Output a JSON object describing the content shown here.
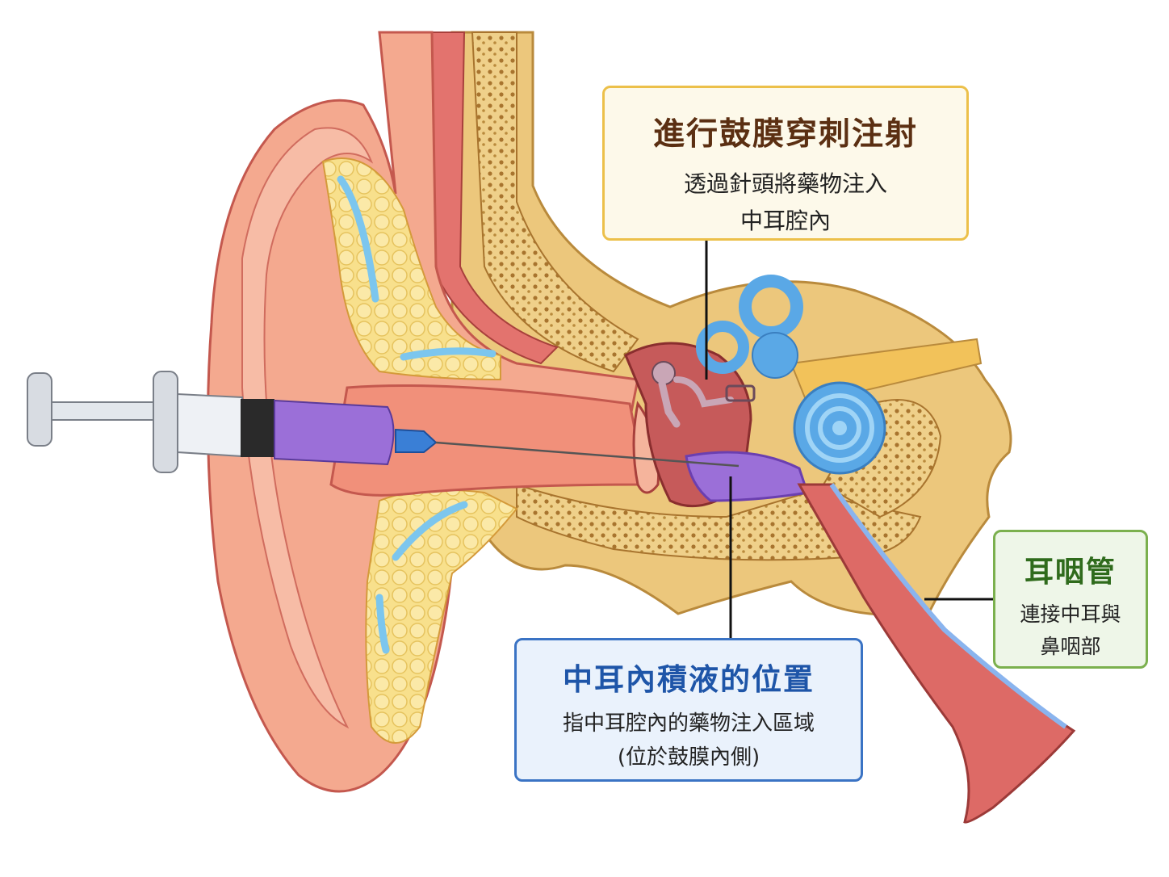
{
  "callouts": {
    "injection": {
      "title": "進行鼓膜穿刺注射",
      "line1": "透過針頭將藥物注入",
      "line2": "中耳腔內",
      "border_color": "#ecc04a",
      "title_color": "#5b2f12"
    },
    "effusion": {
      "title": "中耳內積液的位置",
      "line1": "指中耳腔內的藥物注入區域",
      "line2": "(位於鼓膜內側)",
      "border_color": "#3a73c4",
      "title_color": "#1e55a8"
    },
    "eustachian_tube": {
      "title": "耳咽管",
      "line1": "連接中耳與",
      "line2": "鼻咽部",
      "border_color": "#7bb04e",
      "title_color": "#2f6b1c"
    }
  },
  "colors": {
    "skin": "#f4a98f",
    "fat": "#f8e08c",
    "bone": "#e8c97a",
    "cartilage_blue": "#7cc6ee",
    "inner_ear_blue": "#5aa8e6",
    "medicine_purple": "#9b6fd8",
    "tube_red": "#dd6a66"
  },
  "icons": [
    "syringe-icon",
    "needle-icon",
    "ossicles-icon",
    "cochlea-icon",
    "semicircular-canals-icon"
  ]
}
